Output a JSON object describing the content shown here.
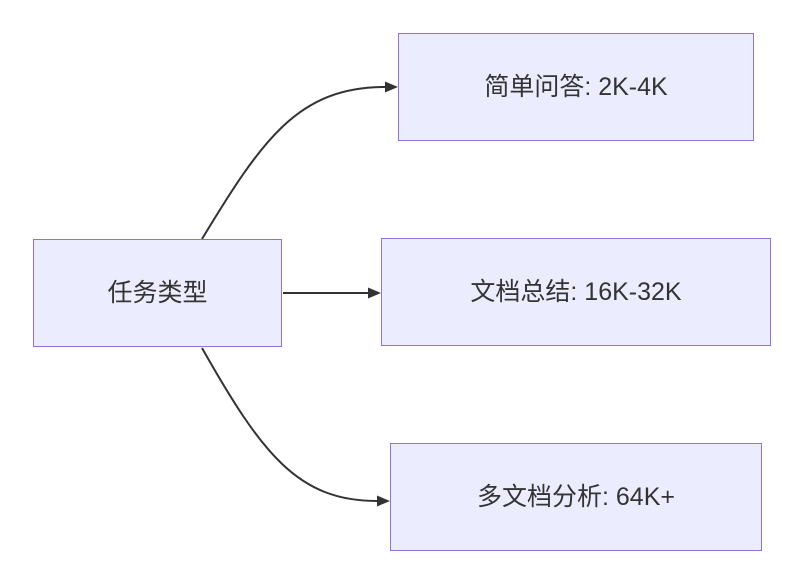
{
  "diagram": {
    "type": "flowchart",
    "direction": "left-to-right",
    "root": {
      "id": "task-type",
      "label": "任务类型"
    },
    "nodes": [
      {
        "id": "simple-qa",
        "label": "简单问答: 2K-4K"
      },
      {
        "id": "doc-summary",
        "label": "文档总结: 16K-32K"
      },
      {
        "id": "multi-doc",
        "label": "多文档分析: 64K+"
      }
    ],
    "edges": [
      {
        "from": "任务类型",
        "to": "简单问答: 2K-4K",
        "arrow": "filled-triangle"
      },
      {
        "from": "任务类型",
        "to": "文档总结: 16K-32K",
        "arrow": "filled-triangle"
      },
      {
        "from": "任务类型",
        "to": "多文档分析: 64K+",
        "arrow": "filled-triangle"
      }
    ],
    "colors": {
      "node_fill": "#ECECFF",
      "node_border": "#9370DB",
      "edge": "#333333",
      "text": "#333333",
      "background": "#FFFFFF"
    }
  }
}
